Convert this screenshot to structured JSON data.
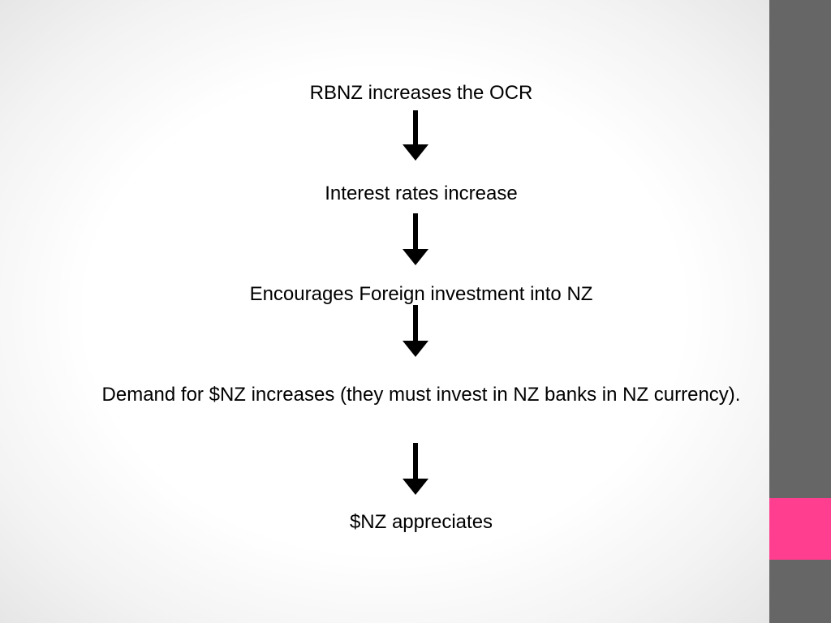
{
  "steps": [
    {
      "text": "RBNZ increases the OCR"
    },
    {
      "text": "Interest rates increase"
    },
    {
      "text": "Encourages Foreign investment into NZ"
    },
    {
      "text": "Demand for $NZ increases (they must invest in NZ banks in NZ currency)."
    },
    {
      "text": "$NZ appreciates"
    }
  ],
  "colors": {
    "sidebar": "#666666",
    "accent": "#ff3e8f",
    "text": "#000000"
  }
}
